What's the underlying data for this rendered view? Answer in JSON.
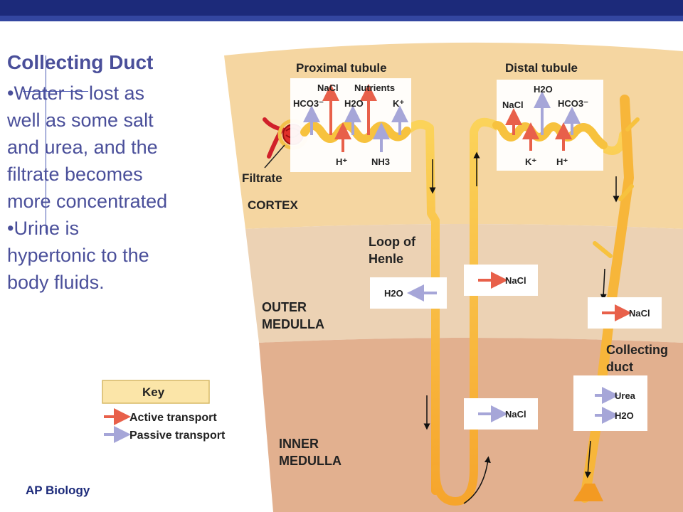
{
  "slide": {
    "title": "Collecting Duct",
    "bullets": [
      "•Water is lost as",
      "well as some salt",
      "and urea, and the",
      "filtrate becomes",
      "more concentrated",
      "•Urine is",
      "hypertonic to the",
      "body fluids."
    ],
    "footer": "AP Biology"
  },
  "diagram": {
    "regions": {
      "cortex": "CORTEX",
      "outer_medulla_1": "OUTER",
      "outer_medulla_2": "MEDULLA",
      "inner_medulla_1": "INNER",
      "inner_medulla_2": "MEDULLA"
    },
    "tubules": {
      "proximal": "Proximal tubule",
      "distal": "Distal tubule",
      "loop_1": "Loop of",
      "loop_2": "Henle",
      "collecting_1": "Collecting",
      "collecting_2": "duct",
      "filtrate": "Filtrate"
    },
    "proximal_top": [
      "HCO3⁻",
      "NaCl",
      "H2O",
      "Nutrients",
      "K⁺"
    ],
    "proximal_bottom": [
      "H⁺",
      "NH3"
    ],
    "distal_top": [
      "NaCl",
      "H2O",
      "HCO3⁻"
    ],
    "distal_bottom": [
      "K⁺",
      "H⁺"
    ],
    "boxes": {
      "loop_desc_h2o": "H2O",
      "loop_asc_nacl_outer": "NaCl",
      "loop_asc_nacl_inner": "NaCl",
      "collect_nacl": "NaCl",
      "collect_urea": "Urea",
      "collect_h2o": "H2O"
    },
    "key": {
      "title": "Key",
      "active": "Active transport",
      "passive": "Passive transport"
    },
    "colors": {
      "active": "#e8604a",
      "passive": "#a6a6d8",
      "tubule": "#f7c23e",
      "cortex": "#f5d6a1",
      "outer_medulla": "#ecd2b4",
      "inner_medulla": "#e2b08f"
    }
  }
}
